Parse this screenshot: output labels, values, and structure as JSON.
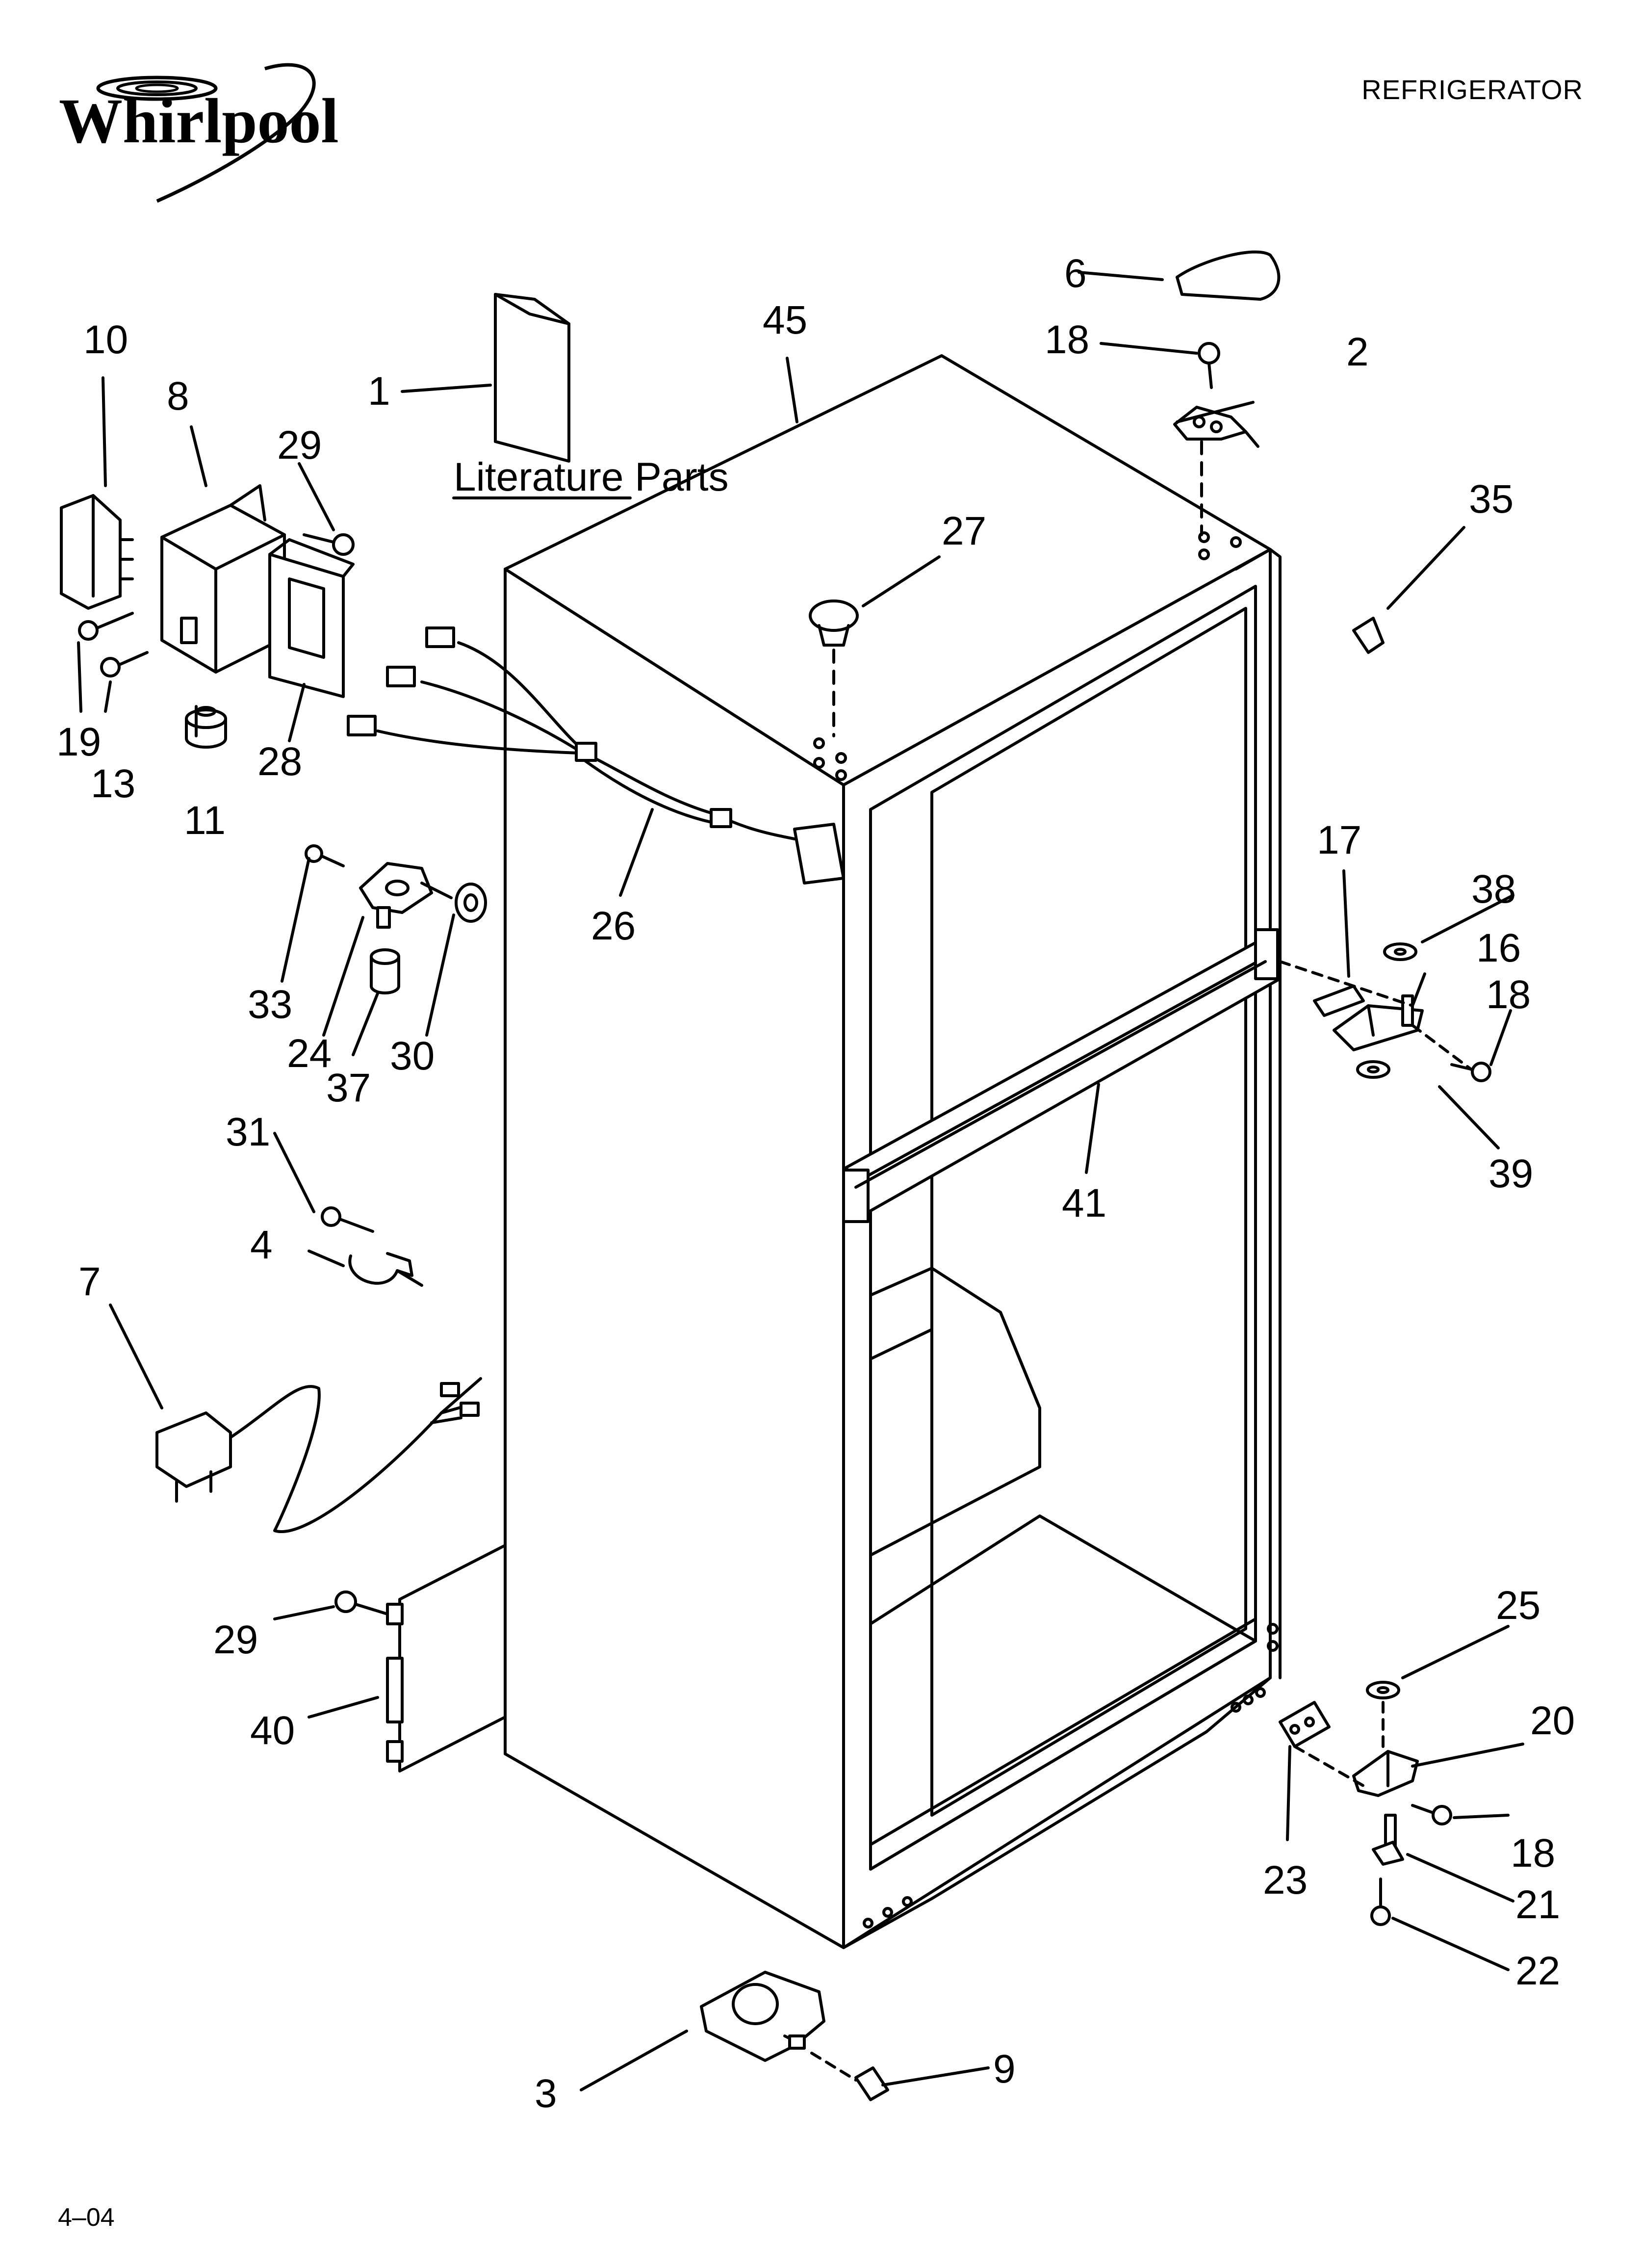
{
  "header": {
    "brand": "Whirlpool",
    "section": "REFRIGERATOR"
  },
  "footer": {
    "code": "4–04"
  },
  "literature": {
    "label": "Literature Parts"
  },
  "callouts": [
    {
      "id": "c1",
      "text": "1"
    },
    {
      "id": "c2",
      "text": "2"
    },
    {
      "id": "c3",
      "text": "3"
    },
    {
      "id": "c4",
      "text": "4"
    },
    {
      "id": "c6",
      "text": "6"
    },
    {
      "id": "c7",
      "text": "7"
    },
    {
      "id": "c8",
      "text": "8"
    },
    {
      "id": "c9",
      "text": "9"
    },
    {
      "id": "c10",
      "text": "10"
    },
    {
      "id": "c11",
      "text": "11"
    },
    {
      "id": "c13",
      "text": "13"
    },
    {
      "id": "c16",
      "text": "16"
    },
    {
      "id": "c17",
      "text": "17"
    },
    {
      "id": "c18a",
      "text": "18"
    },
    {
      "id": "c18b",
      "text": "18"
    },
    {
      "id": "c18c",
      "text": "18"
    },
    {
      "id": "c19",
      "text": "19"
    },
    {
      "id": "c20",
      "text": "20"
    },
    {
      "id": "c21",
      "text": "21"
    },
    {
      "id": "c22",
      "text": "22"
    },
    {
      "id": "c23",
      "text": "23"
    },
    {
      "id": "c24",
      "text": "24"
    },
    {
      "id": "c25",
      "text": "25"
    },
    {
      "id": "c26",
      "text": "26"
    },
    {
      "id": "c27",
      "text": "27"
    },
    {
      "id": "c28",
      "text": "28"
    },
    {
      "id": "c29a",
      "text": "29"
    },
    {
      "id": "c29b",
      "text": "29"
    },
    {
      "id": "c30",
      "text": "30"
    },
    {
      "id": "c31",
      "text": "31"
    },
    {
      "id": "c33",
      "text": "33"
    },
    {
      "id": "c35",
      "text": "35"
    },
    {
      "id": "c37",
      "text": "37"
    },
    {
      "id": "c38",
      "text": "38"
    },
    {
      "id": "c39",
      "text": "39"
    },
    {
      "id": "c40",
      "text": "40"
    },
    {
      "id": "c41",
      "text": "41"
    },
    {
      "id": "c45",
      "text": "45"
    }
  ]
}
